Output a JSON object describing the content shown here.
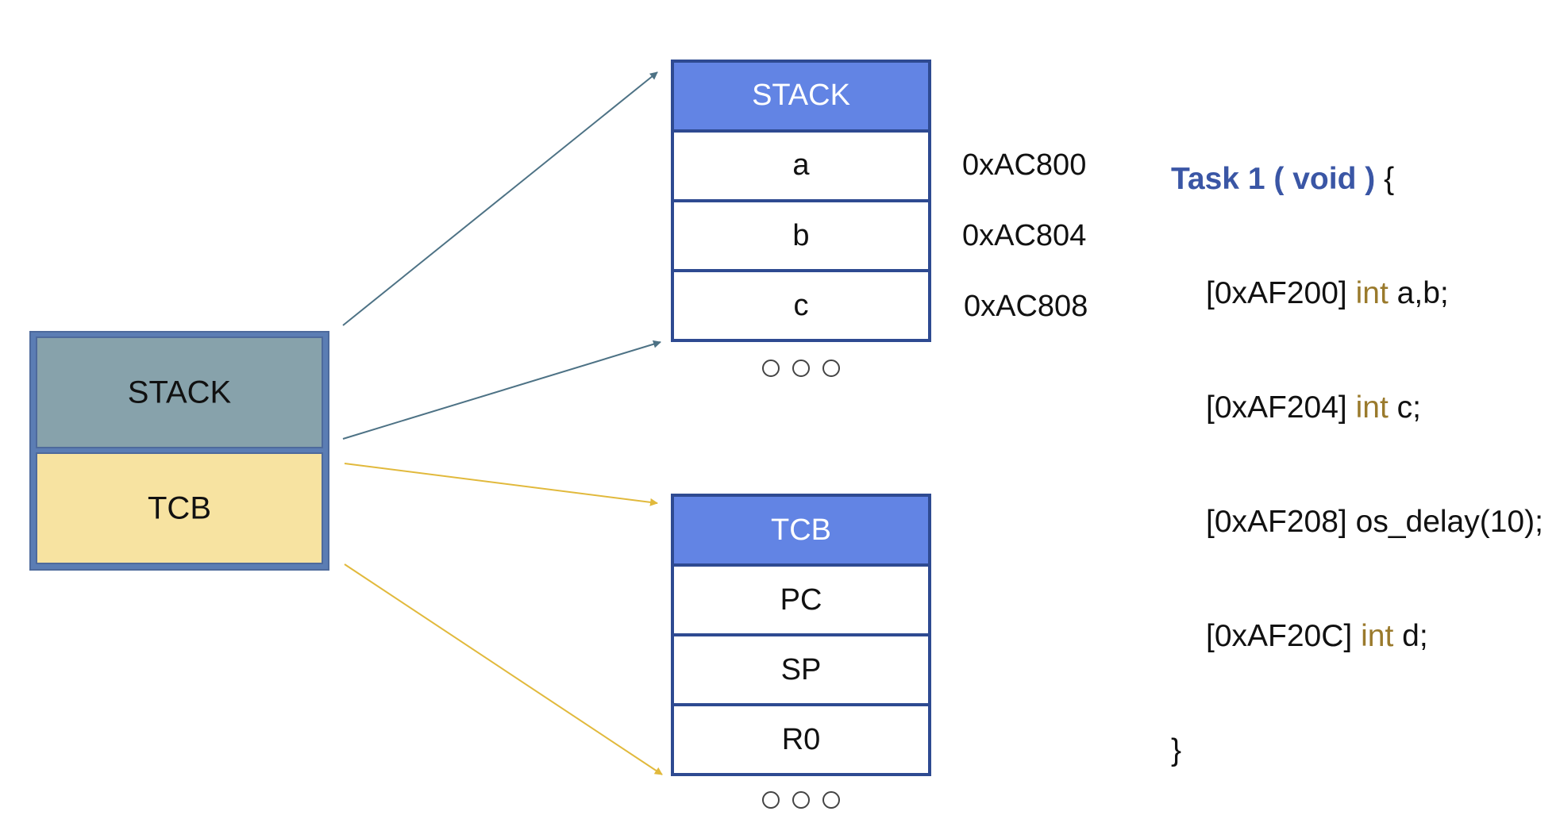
{
  "task_block": {
    "stack_label": "STACK",
    "tcb_label": "TCB",
    "colors": {
      "stack_fill": "#87a2ab",
      "tcb_fill": "#f7e3a1",
      "frame": "#5b7db4"
    }
  },
  "stack_table": {
    "header": "STACK",
    "rows": [
      "a",
      "b",
      "c"
    ],
    "addresses": [
      "0xAC800",
      "0xAC804",
      "0xAC808"
    ],
    "continuation": "○ ○ ○"
  },
  "tcb_table": {
    "header": "TCB",
    "rows": [
      "PC",
      "SP",
      "R0"
    ],
    "continuation": "○ ○ ○"
  },
  "colors": {
    "header_fill": "#6284e4",
    "table_border": "#2e4a91",
    "stack_arrow": "#4d7285",
    "tcb_arrow": "#e1b93c"
  },
  "code": {
    "task_keyword": "Task 1",
    "paren_open": "(",
    "void_keyword": "void",
    "paren_close": ")",
    "brace_open": "{",
    "lines": [
      {
        "addr": "[0xAF200]",
        "type": "int",
        "rest": "a,b;"
      },
      {
        "addr": "[0xAF204]",
        "type": "int",
        "rest": "c;"
      },
      {
        "addr": "[0xAF208]",
        "type": "",
        "rest": "os_delay(10);"
      },
      {
        "addr": "[0xAF20C]",
        "type": "int",
        "rest": "d;"
      }
    ],
    "brace_close": "}"
  }
}
